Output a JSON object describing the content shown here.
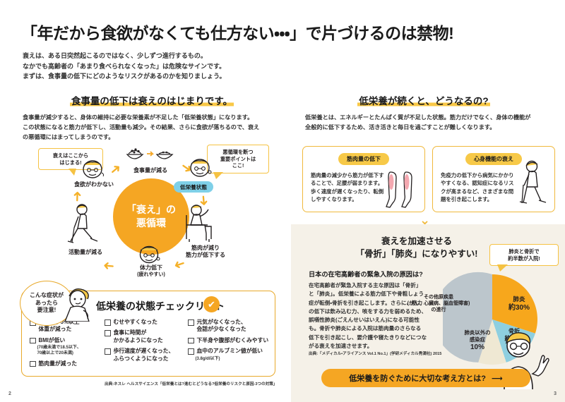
{
  "header": {
    "title": "「年だから食欲がなくても仕方ない・・・」で片づけるのは禁物!",
    "lead": [
      "衰えは、ある日突然起こるのではなく、少しずつ進行するもの。",
      "なかでも高齢者の「あまり食べられなくなった」は危険なサインです。",
      "まずは、食事量の低下にどのようなリスクがあるのかを知りましょう。"
    ]
  },
  "left_page": {
    "heading": "食事量の低下は衰えのはじまりです。",
    "body": [
      "食事量が減少すると、身体の維持に必要な栄養素が不足した「低栄養状態」になります。",
      "この状態になると筋力が低下し、活動量も減少。その結果、さらに食欲が落ちるので、衰え",
      "の悪循環にはまってしまうのです。"
    ],
    "cycle": {
      "hub_line1": "「衰え」の",
      "hub_line2": "悪循環",
      "callout_start": "衰えはここから\nはじまる!",
      "callout_key": "悪循環を断つ\n重要ポイントは\nここ!",
      "badge_low_nutrition": "低栄養状態",
      "nodes": [
        {
          "label": "食欲がわかない",
          "sub": ""
        },
        {
          "label": "食事量が減る",
          "sub": ""
        },
        {
          "label": "筋肉が減り",
          "sub": "筋力が低下する"
        },
        {
          "label": "体力低下",
          "sub": "(疲れやすい)"
        },
        {
          "label": "活動量が減る",
          "sub": ""
        }
      ]
    },
    "checklist": {
      "bubble": "こんな症状が\nあったら\n要注意!",
      "title": "低栄養の状態チェックリスト",
      "check_icon": "✔",
      "columns": [
        [
          {
            "text": "意図せず5%以上\n体重が減った",
            "note": ""
          },
          {
            "text": "BMIが低い",
            "note": "(70歳未満で18.5以下、\n70歳以上で20未満)"
          },
          {
            "text": "筋肉量が減った",
            "note": ""
          }
        ],
        [
          {
            "text": "むせやすくなった",
            "note": ""
          },
          {
            "text": "食事に時間が\nかかるようになった",
            "note": ""
          },
          {
            "text": "歩行速度が遅くなった、\nふらつくようになった",
            "note": ""
          }
        ],
        [
          {
            "text": "元気がなくなった、\n会話が少なくなった",
            "note": ""
          },
          {
            "text": "下半身や腹部がむくみやすい",
            "note": ""
          },
          {
            "text": "血中のアルブミン値が低い",
            "note": "(3.8g/dl以下)"
          }
        ]
      ],
      "source": "出典:ネスレ ヘルスサイエンス「低栄養とは?進むとどうなる?低栄養のリスクと原因-3つの対策」"
    },
    "page_number": "2"
  },
  "right_page": {
    "heading": "低栄養が続くと、どうなるの?",
    "body": [
      "低栄養とは、エネルギーとたんぱく質が不足した状態。筋力だけでなく、身体の機能が",
      "全般的に低下するため、活き活きと毎日を過ごすことが難しくなります。"
    ],
    "boxes": [
      {
        "badge": "筋肉量の低下",
        "text": "筋肉量の減少から筋力が低下することで、足腰が弱まります。歩く速度が遅くなったり、転倒しやすくなります。",
        "icon": "legs-muscle-icon"
      },
      {
        "badge": "心身機能の衰え",
        "text": "免疫力の低下から病気にかかりやすくなる、認知症になるリスクが高まるなど、さまざまな問題を引き起こします。",
        "icon": "elderly-with-cane-icon"
      }
    ],
    "panel": {
      "title_line1": "衰えを加速させる",
      "title_line2": "「骨折」「肺炎」になりやすい!",
      "question": "日本の在宅高齢者の緊急入院の原因は?",
      "body": [
        "在宅高齢者が緊急入院する主な原因は「骨折」",
        "と「肺炎」。低栄養による筋力低下や骨粗しょう",
        "症が転倒・骨折を引き起こします。さらに、筋力",
        "の低下は飲み込む力、咳をする力を弱めるため、",
        "誤嚥性肺炎(ごえんせいはいえん)になる可能性",
        "も。骨折や肺炎による入院は筋肉量のさらなる",
        "低下を引き起こし、要介護や寝たきりなどにつな",
        "がる衰えを加速させます。"
      ],
      "bubble": "肺炎と骨折で\n約半数が入院!",
      "source": "出典:「メディカル・アライアンス Vol.1 No.1」(学研メディカル秀潤社) 2015"
    },
    "cta": "低栄養を防ぐために大切な考え方とは?",
    "cta_arrow": "⟶",
    "page_number": "3"
  },
  "chart_data": {
    "type": "pie",
    "title": "日本の在宅高齢者の緊急入院の原因は?",
    "legend_position": "inside",
    "categories": [
      "肺炎",
      "骨折",
      "肺炎以外の感染症",
      "その他原疾患(がん、心臓病、脳血管障害)の進行"
    ],
    "values": [
      30,
      15,
      10,
      45
    ],
    "value_labels": [
      "約30%",
      "約15%",
      "10%",
      ""
    ],
    "colors": [
      "#f7a71c",
      "#8ecfe0",
      "#efe8d3",
      "#bcc6cc"
    ],
    "slices": [
      {
        "label": "肺炎",
        "value_label": "約30%",
        "value": 30,
        "color": "#f7a71c"
      },
      {
        "label": "骨折",
        "value_label": "約15%",
        "value": 15,
        "color": "#8ecfe0"
      },
      {
        "label": "肺炎以外の\n感染症",
        "value_label": "10%",
        "value": 10,
        "color": "#efe8d3"
      },
      {
        "label": "その他原疾患\n(がん、心臓病、脳血管障害)\nの進行",
        "value_label": "",
        "value": 45,
        "color": "#bcc6cc"
      }
    ],
    "source": "出典:「メディカル・アライアンス Vol.1 No.1」(学研メディカル秀潤社) 2015"
  },
  "theme": {
    "accent_orange": "#f5a623",
    "accent_yellow": "#f7c948",
    "accent_blue": "#7fd0e8",
    "panel_beige": "#f5f1e8",
    "text": "#231f20"
  }
}
